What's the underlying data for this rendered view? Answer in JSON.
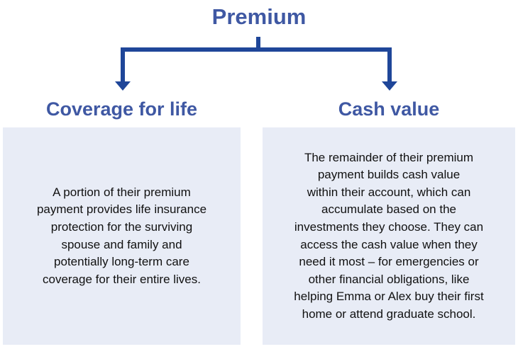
{
  "colors": {
    "accent": "#1f4699",
    "heading_text": "#3f58a3",
    "box_fill": "#e8ecf6",
    "body_text": "#111111",
    "background": "#ffffff"
  },
  "diagram": {
    "title": "Premium",
    "branches": [
      {
        "heading": "Coverage for life",
        "text": "A portion of their premium\npayment provides life insurance\nprotection for the surviving\nspouse and family and\npotentially long-term care\ncoverage for their entire lives."
      },
      {
        "heading": "Cash value",
        "text": "The remainder of their premium\npayment builds cash value\nwithin their account, which can\naccumulate based on the\ninvestments they choose. They can\naccess the cash value when they\nneed it most – for emergencies or\nother financial obligations, like\nhelping Emma or Alex buy their first\nhome or attend graduate school."
      }
    ],
    "connector": {
      "stem_icon": "connector-stem",
      "arrow_icons": [
        "arrow-down-icon",
        "arrow-down-icon"
      ]
    }
  }
}
